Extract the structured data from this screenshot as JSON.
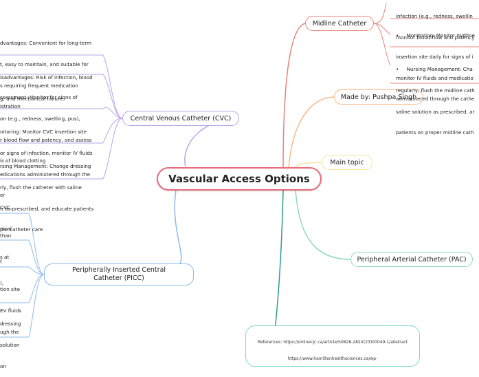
{
  "root": {
    "title": "Vascular Access Options"
  },
  "topics": {
    "midline": "Midline Catheter",
    "made_by": "Made by: Pushpa Singh",
    "main_topic": "Main topic",
    "pac": "Peripheral Arterial Catheter (PAC)",
    "cvc": "Central Venous Catheter (CVC)",
    "picc_line1": "Peripherally Inserted Central",
    "picc_line2": "Catheter (PICC)",
    "references_line1": "References: https://onlinecjc.ca/article/S0828-282X(23)00049-1/abstract",
    "references_line2": "https://www.hamiltonhealthsciences.ca/wp-"
  },
  "midline_subs": [
    "infection (e.g., redness, swellin",
    "monitor blood flow and patency",
    "•     Monitoring: Monitor midline",
    "insertion site daily for signs of i",
    "monitor IV fluids and medicatio",
    "administered through the cathe",
    "•     Nursing Management: Cha",
    "regularly, flush the midline cath",
    "saline solution as prescribed, ar",
    "patients on proper midline cath"
  ],
  "cvc_subs": [
    "dvantages: Convenient for long-term",
    "t, easy to maintain, and suitable for",
    "s requiring frequent medication",
    "istration",
    "isadvantages: Risk of infection, blood",
    "g, and mechanical failure",
    "ssessment: Monitor for signs of",
    "on (e.g., redness, swelling, pus),",
    "r blood flow and patency, and assess",
    "is of blood clotting",
    "nitoring: Monitor CVC insertion site",
    "or signs of infection, monitor IV fluids",
    "edications administered through the",
    "er",
    "rsing Management: Change dressing",
    "rly, flush the catheter with saline",
    "n as prescribed, and educate patients",
    "per catheter care"
  ],
  "picc_subs": [
    "CVC,",
    "nical",
    "than",
    "s at",
    "f",
    "),",
    "tion site",
    "EV fluids",
    "ugh the",
    "dressing",
    "solution",
    "on"
  ],
  "colors": {
    "root_border": "#e8697b",
    "midline": "#e8847c",
    "made_by": "#f6b98a",
    "main_topic": "#f6e39a",
    "pac": "#8ed9c3",
    "cvc": "#b6a4e8",
    "picc": "#8bbbe8",
    "references": "#7fd6d6"
  }
}
